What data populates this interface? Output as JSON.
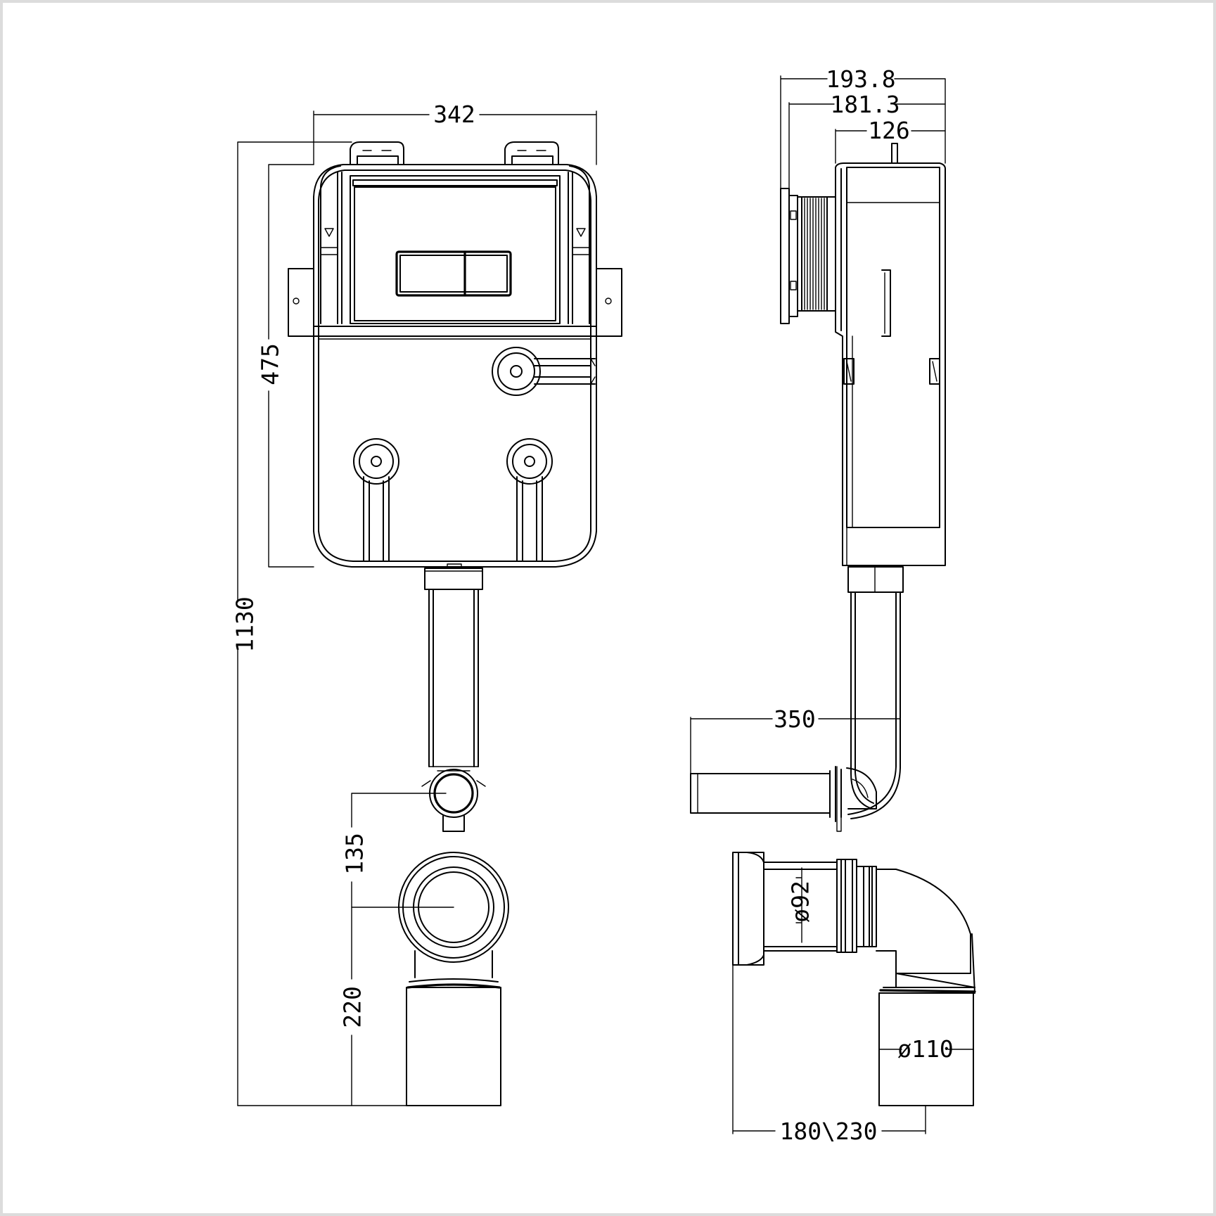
{
  "drawing": {
    "front_view": {
      "dim_width": "342",
      "dim_total_height": "1130",
      "dim_cistern_height": "475",
      "dim_outlet_offset": "135",
      "dim_pan_connector_height": "220"
    },
    "side_view": {
      "dim_overall_depth": "193.8",
      "dim_frame_depth": "181.3",
      "dim_cistern_depth": "126",
      "dim_bend_projection": "350",
      "dim_inlet_diameter": "ø92",
      "dim_outlet_diameter": "ø110",
      "dim_pan_projection": "180\\230"
    }
  }
}
